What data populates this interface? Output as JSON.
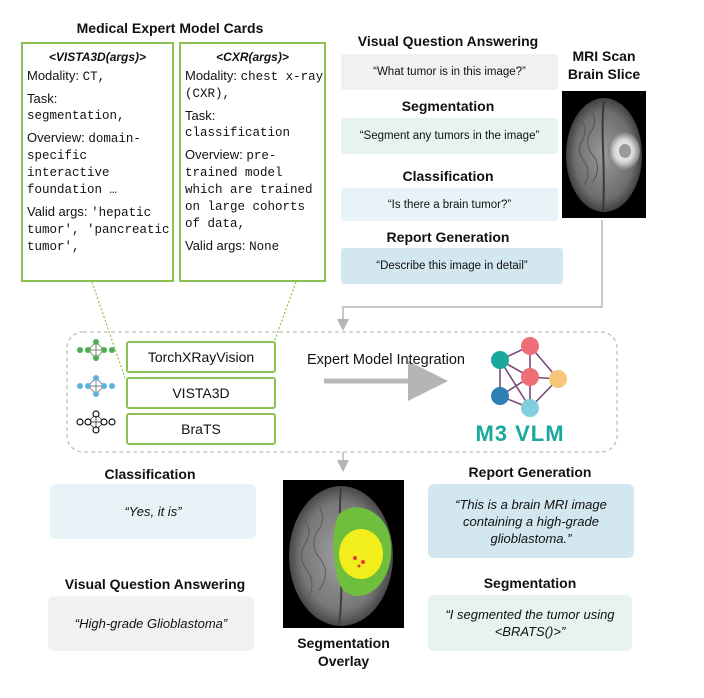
{
  "cards": {
    "title": "Medical Expert Model Cards",
    "vista": {
      "title": "<VISTA3D(args)>",
      "modality_label": "Modality:",
      "modality_value": "CT,",
      "task_label": "Task:",
      "task_value": "segmentation,",
      "overview_label": "Overview:",
      "overview_value": "domain-specific interactive foundation …",
      "args_label": "Valid args:",
      "args_value": "'hepatic tumor', 'pancreatic tumor',"
    },
    "cxr": {
      "title": "<CXR(args)>",
      "modality_label": "Modality:",
      "modality_value": "chest x-ray (CXR),",
      "task_label": "Task:",
      "task_value": "classification",
      "overview_label": "Overview:",
      "overview_value": "pre-trained model which are trained on large cohorts of data,",
      "args_label": "Valid args:",
      "args_value": "None"
    }
  },
  "questions": {
    "vqa": {
      "label": "Visual Question Answering",
      "text": "“What tumor is in this image?”"
    },
    "seg": {
      "label": "Segmentation",
      "text": "“Segment any tumors in the image”"
    },
    "cls": {
      "label": "Classification",
      "text": "“Is there a brain tumor?”"
    },
    "report": {
      "label": "Report Generation",
      "text": "“Describe this image in detail”"
    }
  },
  "mri": {
    "label_line1": "MRI Scan",
    "label_line2": "Brain Slice"
  },
  "models": [
    "TorchXRayVision",
    "VISTA3D",
    "BraTS"
  ],
  "integration_label": "Expert Model Integration",
  "vlm_label": "M3 VLM",
  "answers": {
    "cls": {
      "label": "Classification",
      "text": "“Yes, it is”"
    },
    "vqa": {
      "label": "Visual Question Answering",
      "text": "“High-grade Glioblastoma”"
    },
    "report": {
      "label": "Report Generation",
      "text": "“This is a brain MRI image containing a high-grade glioblastoma.”"
    },
    "seg": {
      "label": "Segmentation",
      "text": "“I segmented the tumor using <BRATS()>”"
    }
  },
  "overlay": {
    "label_line1": "Segmentation",
    "label_line2": "Overlay"
  },
  "colors": {
    "card_border": "#8cc152",
    "vqa_box": "#f1f1f1",
    "seg_box": "#e6f3ef",
    "cls_box": "#e7f3f7",
    "report_box": "#d2e7ef",
    "vlm_teal": "#1ba89c"
  }
}
